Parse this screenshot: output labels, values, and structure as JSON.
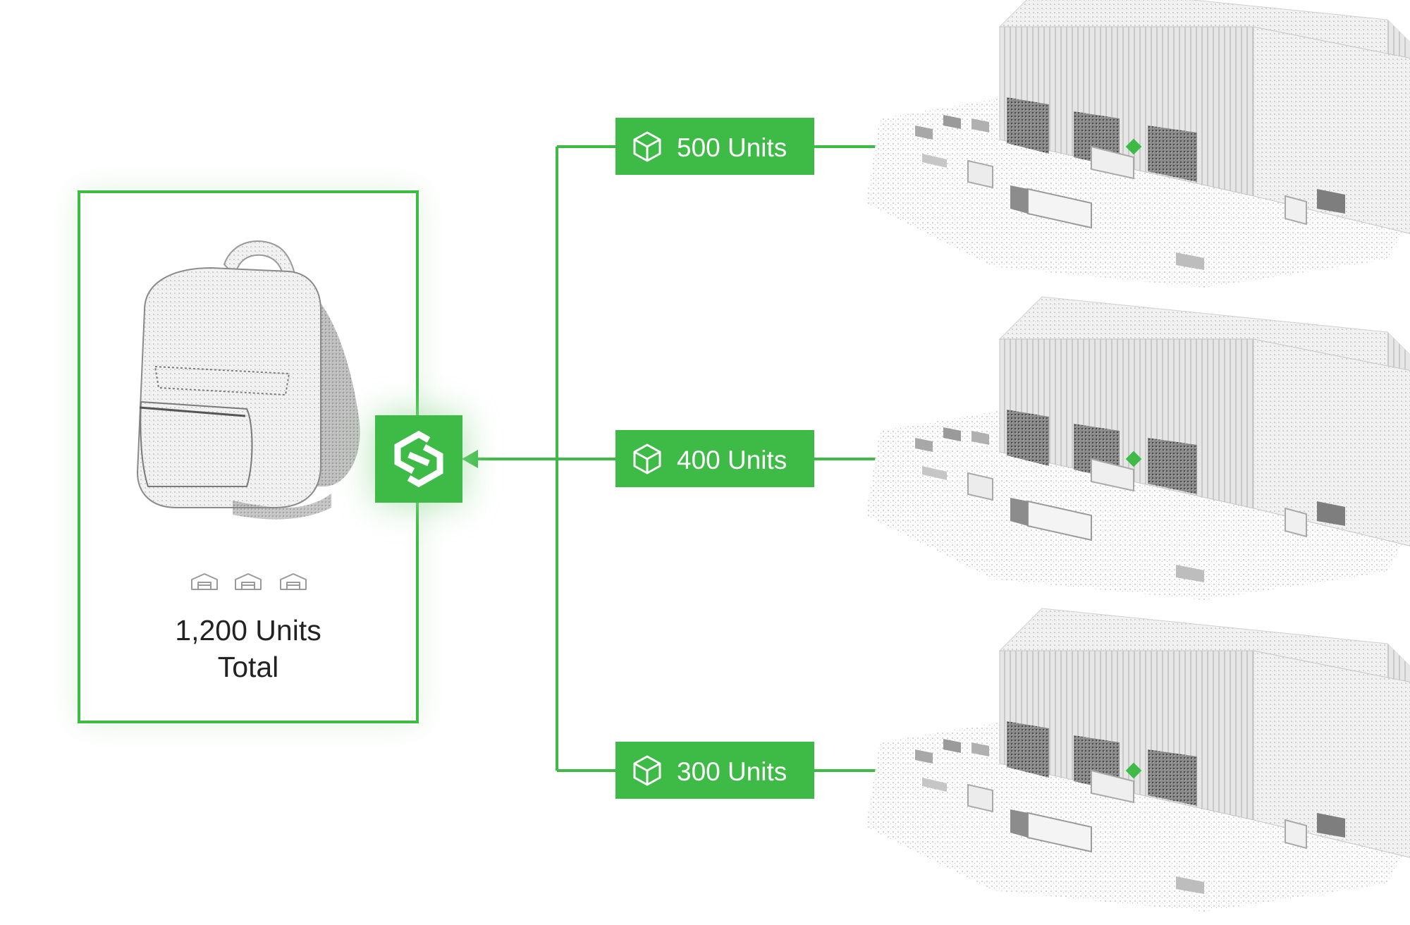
{
  "colors": {
    "accent": "#3dbb46",
    "glow": "#bfe8bf",
    "text": "#222222",
    "warehouse_light": "#e9e9e9",
    "warehouse_mid": "#bdbdbd",
    "warehouse_dark": "#5c5c5c",
    "icon_gray": "#9a9a9a"
  },
  "product_card": {
    "product_icon": "backpack-illustration",
    "warehouse_icons": [
      "warehouse-mini-icon",
      "warehouse-mini-icon",
      "warehouse-mini-icon"
    ],
    "total_line1": "1,200 Units",
    "total_line2": "Total"
  },
  "hub": {
    "icon": "hub-logo-icon"
  },
  "allocations": [
    {
      "label": "500 Units",
      "icon": "box-icon",
      "value": 500
    },
    {
      "label": "400 Units",
      "icon": "box-icon",
      "value": 400
    },
    {
      "label": "300 Units",
      "icon": "box-icon",
      "value": 300
    }
  ],
  "warehouses": [
    {
      "icon": "warehouse-illustration"
    },
    {
      "icon": "warehouse-illustration"
    },
    {
      "icon": "warehouse-illustration"
    }
  ]
}
